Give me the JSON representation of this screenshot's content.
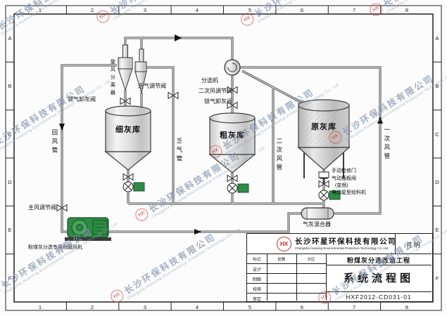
{
  "frame": {
    "cols": [
      "1",
      "2",
      "3",
      "4",
      "5",
      "6",
      "7",
      "8"
    ],
    "rows": [
      "A",
      "B",
      "C",
      "D",
      "E",
      "F"
    ]
  },
  "watermark": {
    "logo": "HX",
    "cn": "长沙环保科技有限公司",
    "en": "Changsha Huanxing Environmental Protection Technology Co., Ltd"
  },
  "labels": {
    "cyclone": "旋风分离器",
    "lock_valve_1": "锁气卸灰阀",
    "exhaust_valve": "乏气调节阀",
    "separator": "分选机",
    "secondary_air_valve": "二次风调节阀",
    "lock_valve_2": "锁气卸灰阀",
    "fine_silo": "细灰库",
    "coarse_silo": "粗灰库",
    "raw_silo": "原灰库",
    "return_pipe": "回风管",
    "exhaust_pipe": "乏气管",
    "secondary_pipe": "二次风管",
    "primary_pipe": "一次风管",
    "main_valve": "主风调节阀",
    "fan": "粉煤灰分选专用耐磨风机",
    "mixer": "气灰混合器",
    "manual_door": "手动检修门",
    "gate_valve": "气动插板阀",
    "gate_valve_note": "(变频)",
    "feeder": "电动星型给料机"
  },
  "title_block": {
    "logo": "HX",
    "company_cn": "长沙环星环保科技有限公司",
    "company_en": "Changsha Huaxing Environmental Protection Technology Co.,Ltd",
    "approved": "可明",
    "project": "粉煤灰分选改造工程",
    "drawing_title": "系统流程图",
    "drawing_no": "HXF2012-CD031-01",
    "table": {
      "marks": [
        "标记",
        "处数",
        "分区"
      ],
      "rows": [
        "设计",
        "制图",
        "校核",
        "审定"
      ]
    }
  }
}
